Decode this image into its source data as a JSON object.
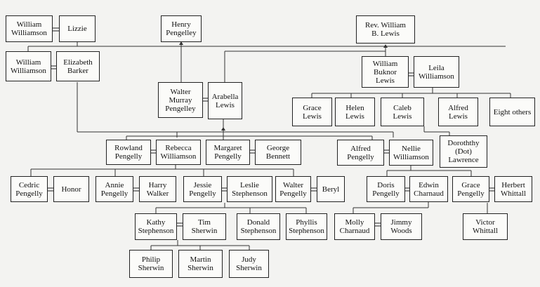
{
  "people": {
    "william_williamson_1": "William\nWilliamson",
    "lizzie": "Lizzie",
    "henry_pengelley": "Henry\nPengelley",
    "rev_william_lewis": "Rev. William\nB. Lewis",
    "william_williamson_2": "William\nWilliamson",
    "elizabeth_barker": "Elizabeth\nBarker",
    "william_buknor_lewis": "William\nBuknor\nLewis",
    "leila_williamson": "Leila\nWilliamson",
    "walter_murray_pengelley": "Walter\nMurray\nPengelley",
    "arabella_lewis": "Arabella\nLewis",
    "grace_lewis": "Grace\nLewis",
    "helen_lewis": "Helen\nLewis",
    "caleb_lewis": "Caleb\nLewis",
    "alfred_lewis": "Alfred\nLewis",
    "eight_others": "Eight others",
    "dorothy_lawrence": "Doroththy\n(Dot)\nLawrence",
    "rowland_pengelly": "Rowland\nPengelly",
    "rebecca_williamson": "Rebecca\nWilliamson",
    "margaret_pengelly": "Margaret\nPengelly",
    "george_bennett": "George\nBennett",
    "alfred_pengelly": "Alfred\nPengelly",
    "nellie_williamson": "Nellie\nWilliamson",
    "cedric_pengelly": "Cedric\nPengelly",
    "honor": "Honor",
    "annie_pengelly": "Annie\nPengelly",
    "harry_walker": "Harry\nWalker",
    "jessie_pengelly": "Jessie\nPengelly",
    "leslie_stephenson": "Leslie\nStephenson",
    "walter_pengelly": "Walter\nPengelly",
    "beryl": "Beryl",
    "doris_pengelly": "Doris\nPengelly",
    "edwin_charnaud": "Edwin\nCharnaud",
    "grace_pengelly": "Grace\nPengelly",
    "herbert_whittall": "Herbert\nWhittall",
    "kathy_stephenson": "Kathy\nStephenson",
    "tim_sherwin": "Tim\nSherwin",
    "donald_stephenson": "Donald\nStephenson",
    "phyllis_stephenson": "Phyllis\nStephenson",
    "molly_charnaud": "Molly\nCharnaud",
    "jimmy_woods": "Jimmy\nWoods",
    "victor_whittall": "Victor\nWhittall",
    "philip_sherwin": "Philip\nSherwin",
    "martin_sherwin": "Martin\nSherwin",
    "judy_sherwin": "Judy\nSherwin"
  }
}
